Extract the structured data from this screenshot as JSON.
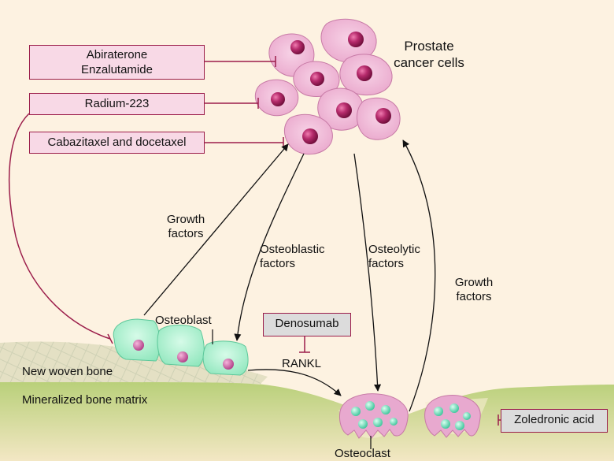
{
  "title": {
    "line1": "Prostate",
    "line2": "cancer cells"
  },
  "drugs": {
    "abiraterone": "Abiraterone",
    "enzalutamide": "Enzalutamide",
    "radium": "Radium-223",
    "cabazitaxel": "Cabazitaxel and docetaxel",
    "denosumab": "Denosumab",
    "zoledronic": "Zoledronic acid"
  },
  "arrows": {
    "growth_left": {
      "line1": "Growth",
      "line2": "factors"
    },
    "osteoblastic": {
      "line1": "Osteoblastic",
      "line2": "factors"
    },
    "osteolytic": {
      "line1": "Osteolytic",
      "line2": "factors"
    },
    "growth_right": {
      "line1": "Growth",
      "line2": "factors"
    }
  },
  "cells": {
    "osteoblast": "Osteoblast",
    "osteoclast": "Osteoclast",
    "rankl": "RANKL"
  },
  "bone": {
    "woven": "New woven bone",
    "mineralized": "Mineralized bone matrix"
  },
  "colors": {
    "background": "#fdf2e1",
    "cancer_cell": "#eeb4d4",
    "nucleus": "#a01c5c",
    "drug_box": "#f8d9e6",
    "line": "#9b1d4a",
    "osteoblast": "#aef0cf",
    "bone_green": "#b7cf7a",
    "osteoclast": "#e8a9cf"
  }
}
